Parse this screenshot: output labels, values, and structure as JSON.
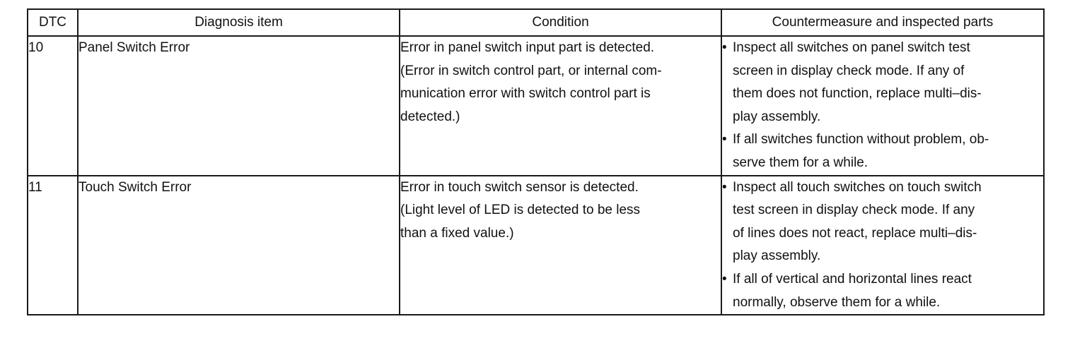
{
  "table": {
    "headers": [
      "DTC",
      "Diagnosis item",
      "Condition",
      "Countermeasure and inspected parts"
    ],
    "rows": [
      {
        "dtc": "10",
        "item": "Panel Switch Error",
        "condition_lines": [
          "Error in panel switch input part is detected.",
          "(Error in switch control part, or internal com-",
          "munication error with switch control part is",
          "detected.)"
        ],
        "countermeasures": [
          {
            "bullet": "•",
            "lines": [
              "Inspect all switches on panel switch test",
              "screen in display check mode. If any of",
              "them does not function, replace multi–dis-",
              "play assembly."
            ]
          },
          {
            "bullet": "•",
            "lines": [
              "If all switches function without problem, ob-",
              "serve them for a while."
            ]
          }
        ]
      },
      {
        "dtc": "11",
        "item": "Touch Switch Error",
        "condition_lines": [
          "Error in touch switch sensor is detected.",
          "(Light level  of LED is detected to be less",
          "than a fixed value.)"
        ],
        "countermeasures": [
          {
            "bullet": "•",
            "lines": [
              "Inspect all touch switches on touch switch",
              "test screen in display check mode. If any",
              "of lines does not react, replace multi–dis-",
              "play assembly."
            ]
          },
          {
            "bullet": "•",
            "lines": [
              "If all of vertical and horizontal lines react",
              "normally, observe them for a while."
            ]
          }
        ]
      }
    ]
  }
}
